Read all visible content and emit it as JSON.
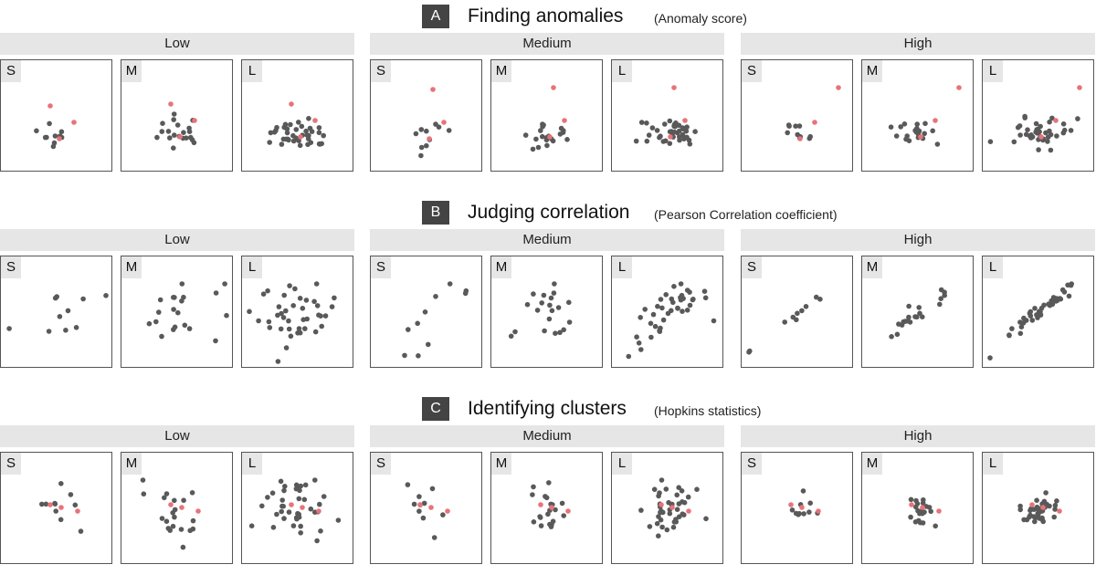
{
  "sections": [
    {
      "letter": "A",
      "title": "Finding anomalies",
      "subtitle": "(Anomaly score)",
      "type": "anomaly"
    },
    {
      "letter": "B",
      "title": "Judging correlation",
      "subtitle": "(Pearson Correlation coefficient)",
      "type": "correlation"
    },
    {
      "letter": "C",
      "title": "Identifying clusters",
      "subtitle": "(Hopkins statistics)",
      "type": "cluster"
    }
  ],
  "levels": [
    "Low",
    "Medium",
    "High"
  ],
  "sizes": [
    "S",
    "M",
    "L"
  ],
  "point_counts": {
    "S": 10,
    "M": 20,
    "L": 40
  },
  "colors": {
    "point": "#595959",
    "highlight": "#e8737a",
    "badge": "#444444",
    "header_bg": "#e6e6e6"
  }
}
